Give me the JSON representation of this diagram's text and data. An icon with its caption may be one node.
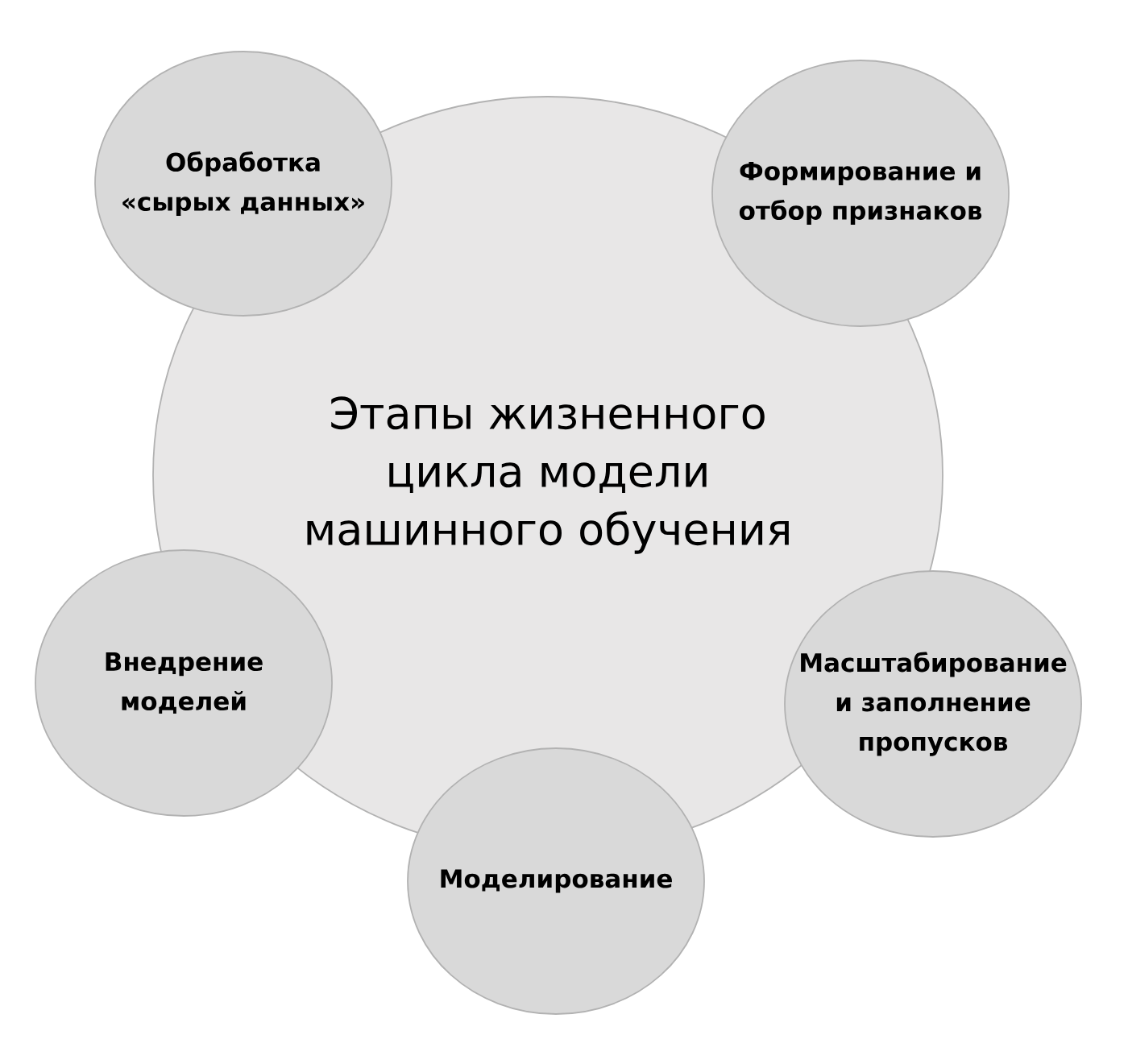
{
  "diagram": {
    "nodes": [
      {
        "text": [
          "Этапы жизненного цикла модели машинного обучения"
        ]
      },
      {
        "text": [
          "Обработка «сырых данных»"
        ]
      },
      {
        "text": [
          "Формирование и отбор признаков"
        ]
      },
      {
        "text": [
          "Внедрение моделей"
        ]
      },
      {
        "text": [
          "Масштабирование и заполнение пропусков"
        ]
      },
      {
        "text": [
          "Моделирование"
        ]
      }
    ]
  }
}
